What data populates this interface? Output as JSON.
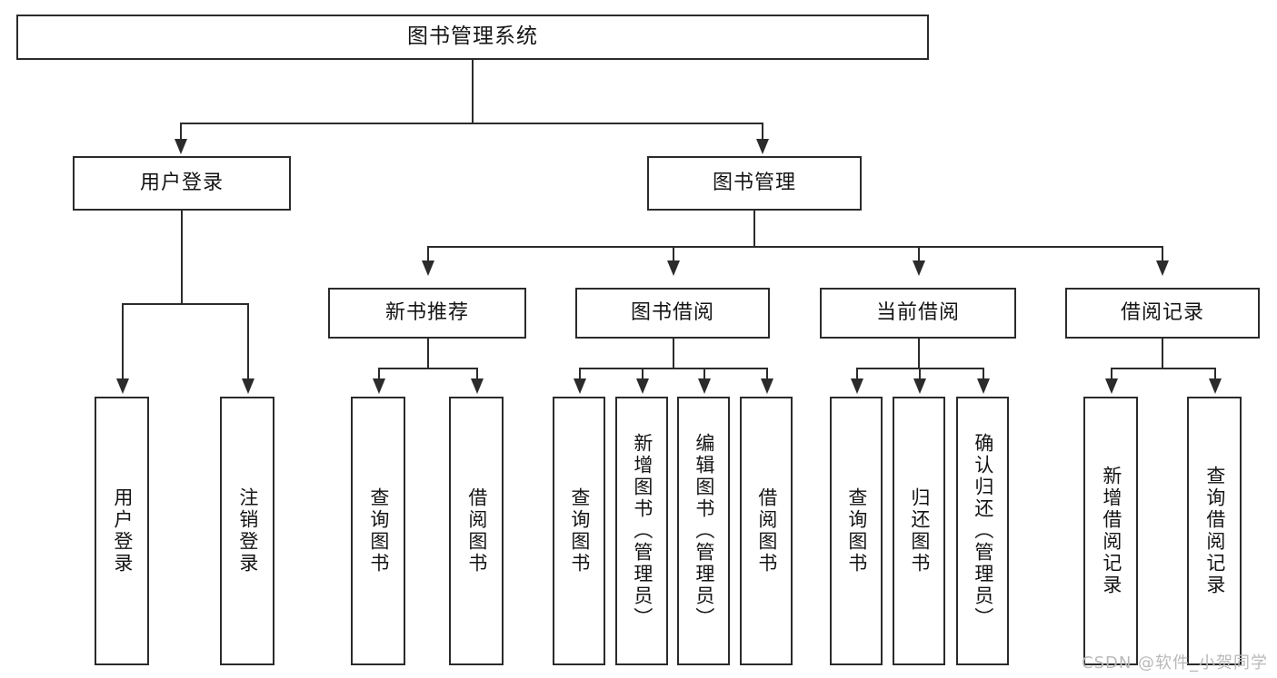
{
  "diagram": {
    "title": "图书管理系统",
    "type": "tree-hierarchy",
    "root": {
      "label": "图书管理系统"
    },
    "level2": [
      {
        "label": "用户登录"
      },
      {
        "label": "图书管理"
      }
    ],
    "level3": [
      {
        "label": "新书推荐"
      },
      {
        "label": "图书借阅"
      },
      {
        "label": "当前借阅"
      },
      {
        "label": "借阅记录"
      }
    ],
    "leaves": {
      "user_login": [
        {
          "label": "用户登录"
        },
        {
          "label": "注销登录"
        }
      ],
      "new_book_recommend": [
        {
          "label": "查询图书"
        },
        {
          "label": "借阅图书"
        }
      ],
      "book_borrow": [
        {
          "label": "查询图书"
        },
        {
          "label": "新增图书（管理员）"
        },
        {
          "label": "编辑图书（管理员）"
        },
        {
          "label": "借阅图书"
        }
      ],
      "current_borrow": [
        {
          "label": "查询图书"
        },
        {
          "label": "归还图书"
        },
        {
          "label": "确认归还（管理员）"
        }
      ],
      "borrow_record": [
        {
          "label": "新增借阅记录"
        },
        {
          "label": "查询借阅记录"
        }
      ]
    }
  },
  "watermark": {
    "text": "CSDN @软件_小贺同学"
  },
  "colors": {
    "stroke": "#2b2b2b",
    "fill": "#ffffff",
    "text": "#141414",
    "watermark": "#b9b9b9"
  }
}
